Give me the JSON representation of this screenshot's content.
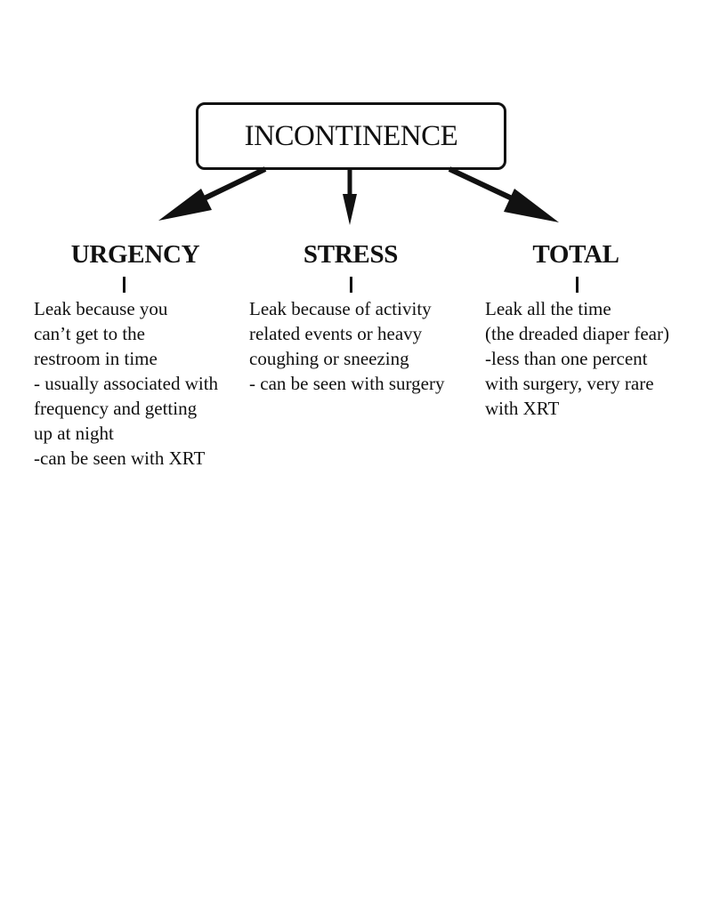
{
  "root": {
    "label": "INCONTINENCE"
  },
  "categories": [
    {
      "heading": "URGENCY",
      "lines": [
        "Leak because you",
        "can’t get to the",
        "restroom in time",
        "- usually associated with",
        "frequency and getting",
        "up at night",
        "-can be seen with XRT"
      ]
    },
    {
      "heading": "STRESS",
      "lines": [
        "Leak because of activity",
        "related events or heavy",
        "coughing or sneezing",
        "- can be seen with surgery"
      ]
    },
    {
      "heading": "TOTAL",
      "lines": [
        "Leak all the time",
        "(the dreaded diaper fear)",
        "-less than one percent",
        "with surgery, very rare",
        "with XRT"
      ]
    }
  ]
}
